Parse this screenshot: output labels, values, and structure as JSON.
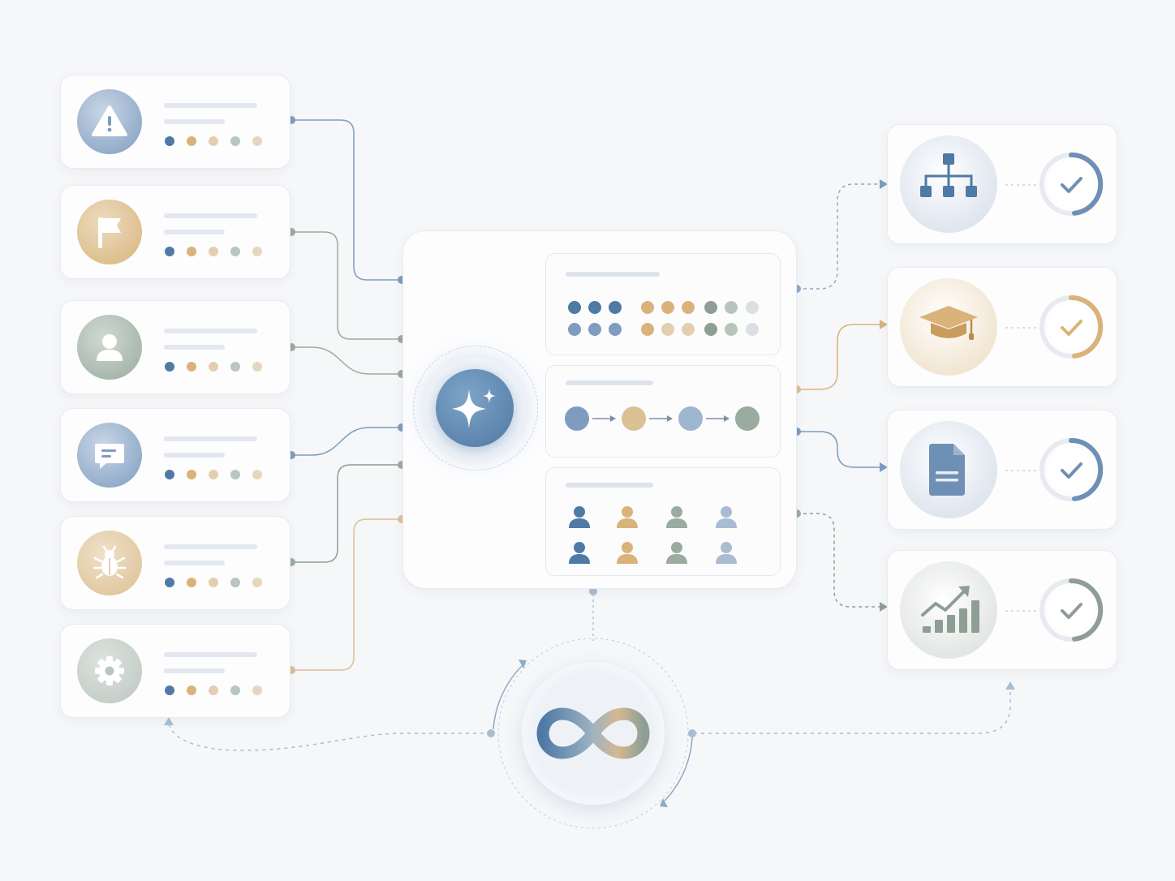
{
  "colors": {
    "blue": "#4f7aa6",
    "blue_light": "#8fa9c6",
    "tan": "#d9b37a",
    "tan_light": "#e5d2b4",
    "sage": "#9aab9f",
    "sage_light": "#c5cfc9",
    "background": "#f6f7f9",
    "card": "#fdfdfe",
    "placeholder_bar": "#e3e7ee"
  },
  "inputs": [
    {
      "icon": "warning-icon",
      "color": "#7e9cbf",
      "bg": "#c9d7e6",
      "dots": [
        "#4f7aa6",
        "#d9b37a",
        "#e3cfb0",
        "#b9c6be",
        "#e6d6c0"
      ]
    },
    {
      "icon": "flag-icon",
      "color": "#d9b37a",
      "bg": "#ecdcc1",
      "dots": [
        "#4f7aa6",
        "#d9b37a",
        "#e3cfb0",
        "#b9c6be",
        "#e6d6c0"
      ]
    },
    {
      "icon": "user-icon",
      "color": "#9aab9f",
      "bg": "#cfd9d3",
      "dots": [
        "#4f7aa6",
        "#d9b37a",
        "#e3cfb0",
        "#b9c6be",
        "#e6d6c0"
      ]
    },
    {
      "icon": "chat-icon",
      "color": "#7e9cbf",
      "bg": "#c9d7e6",
      "dots": [
        "#4f7aa6",
        "#d9b37a",
        "#e3cfb0",
        "#b9c6be",
        "#e6d6c0"
      ]
    },
    {
      "icon": "bug-icon",
      "color": "#dcc095",
      "bg": "#efe0c8",
      "dots": [
        "#4f7aa6",
        "#d9b37a",
        "#e3cfb0",
        "#b9c6be",
        "#e6d6c0"
      ]
    },
    {
      "icon": "gear-icon",
      "color": "#bcc6c0",
      "bg": "#dde3df",
      "dots": [
        "#4f7aa6",
        "#d9b37a",
        "#e3cfb0",
        "#b9c6be",
        "#e6d6c0"
      ]
    }
  ],
  "hub": {
    "icon": "sparkle-icon",
    "panels": [
      {
        "kind": "dot-grid",
        "rows": [
          [
            "#4f7aa6",
            "#4f7aa6",
            "#4f7aa6",
            "#d9b37a",
            "#d9b37a",
            "#d9b37a",
            "#8f9e95",
            "#b7c5bd",
            "#dbe0e4"
          ],
          [
            "#7e9cbf",
            "#7e9cbf",
            "#7e9cbf",
            "#d9b37a",
            "#e3cfb0",
            "#e3cfb0",
            "#8f9e95",
            "#b7c5bd",
            "#dbe0e4"
          ]
        ]
      },
      {
        "kind": "flow",
        "nodes": [
          "#7e9cbf",
          "#dcc095",
          "#9fb6cf",
          "#9aab9f"
        ]
      },
      {
        "kind": "people",
        "rows": [
          [
            "#4f7aa6",
            "#d9b37a",
            "#9aab9f",
            "#a9bcd2"
          ],
          [
            "#4f7aa6",
            "#d9b37a",
            "#9aab9f",
            "#a9bcd2"
          ]
        ]
      }
    ]
  },
  "outputs": [
    {
      "icon": "hierarchy-icon",
      "color": "#4f7aa6",
      "bg": "#dfe6ef",
      "check_color": "#6f90b5"
    },
    {
      "icon": "graduation-cap-icon",
      "color": "#d9b37a",
      "bg": "#f2e6d3",
      "check_color": "#d9b37a"
    },
    {
      "icon": "document-icon",
      "color": "#6f90b5",
      "bg": "#dfe6ef",
      "check_color": "#6f90b5"
    },
    {
      "icon": "growth-chart-icon",
      "color": "#8f9e95",
      "bg": "#e3e7e4",
      "check_color": "#8f9e95"
    }
  ],
  "loop": {
    "icon": "infinity-icon"
  }
}
